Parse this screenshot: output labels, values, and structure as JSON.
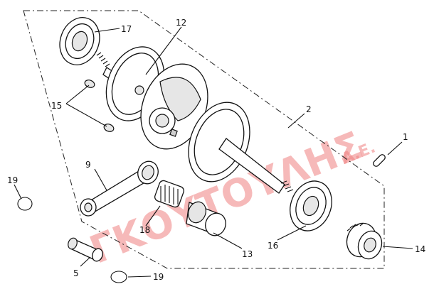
{
  "watermark": {
    "text": "ΓΚΟΥΤΟΥΛΗΣ",
    "suffix": "Α.Ε."
  },
  "colors": {
    "watermark": "#f08080",
    "line": "#111111",
    "background": "#ffffff"
  },
  "part_labels": {
    "p1": "1",
    "p2": "2",
    "p5": "5",
    "p9": "9",
    "p12": "12",
    "p13": "13",
    "p14": "14",
    "p15": "15",
    "p16": "16",
    "p17": "17",
    "p18": "18",
    "p19a": "19",
    "p19b": "19"
  }
}
